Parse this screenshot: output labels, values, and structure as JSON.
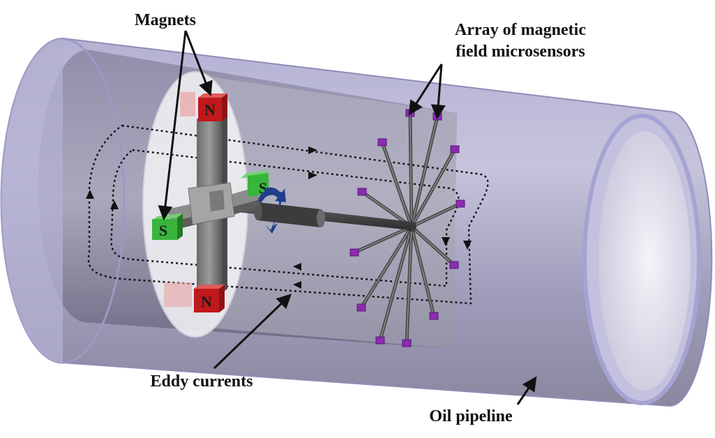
{
  "labels": {
    "magnets": "Magnets",
    "array_line1": "Array of magnetic",
    "array_line2": "field microsensors",
    "eddy_currents": "Eddy currents",
    "oil_pipeline": "Oil pipeline"
  },
  "magnet_letters": {
    "north": "N",
    "south": "S"
  },
  "colors": {
    "pipe_fill": "#a9a6c8",
    "pipe_edge": "#9a97c6",
    "pipe_interior": "#7d7a92",
    "magnet_north": "#c0191b",
    "magnet_south": "#38b53a",
    "sensor_tip": "#8a2bb0",
    "rotation_arrow": "#1f3f8a",
    "shaft": "#3a3a3a"
  }
}
